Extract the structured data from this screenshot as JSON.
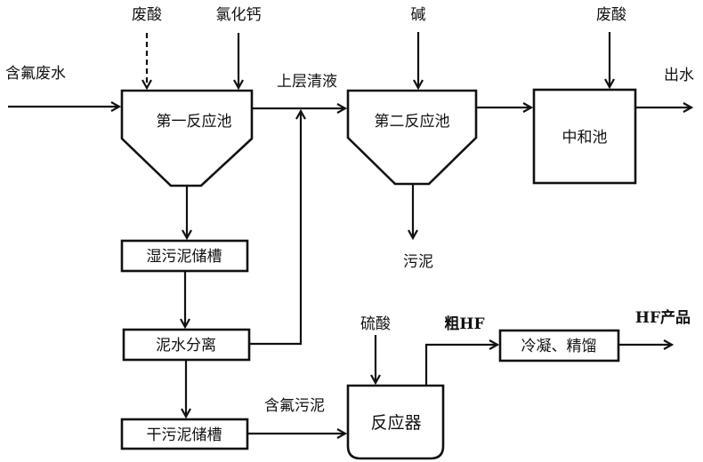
{
  "diagram": {
    "nodes": {
      "reactor1": "第一反应池",
      "reactor2": "第二反应池",
      "neutral": "中和池",
      "wet_storage": "湿污泥储槽",
      "separation": "泥水分离",
      "dry_storage": "干污泥储槽",
      "reactor": "反应器",
      "condense": "冷凝、精馏"
    },
    "labels": {
      "inflow": "含氟废水",
      "waste_acid_1": "废酸",
      "calcium_chloride": "氯化钙",
      "supernatant": "上层清液",
      "alkali": "碱",
      "waste_acid_2": "废酸",
      "outflow": "出水",
      "sludge": "污泥",
      "sulfuric_acid": "硫酸",
      "crude_hf": "粗HF",
      "hf_product": "HF产品",
      "fluoride_sludge": "含氟污泥"
    },
    "edges": [
      {
        "from": "含氟废水",
        "to": "第一反应池"
      },
      {
        "from": "废酸",
        "to": "第一反应池",
        "style": "dashed"
      },
      {
        "from": "氯化钙",
        "to": "第一反应池"
      },
      {
        "from": "第一反应池",
        "to": "第二反应池",
        "label": "上层清液"
      },
      {
        "from": "碱",
        "to": "第二反应池"
      },
      {
        "from": "第二反应池",
        "to": "中和池"
      },
      {
        "from": "废酸",
        "to": "中和池"
      },
      {
        "from": "中和池",
        "to": "出水"
      },
      {
        "from": "第二反应池",
        "to": "污泥"
      },
      {
        "from": "第一反应池",
        "to": "湿污泥储槽"
      },
      {
        "from": "湿污泥储槽",
        "to": "泥水分离"
      },
      {
        "from": "泥水分离",
        "to": "第二反应池"
      },
      {
        "from": "泥水分离",
        "to": "干污泥储槽"
      },
      {
        "from": "干污泥储槽",
        "to": "反应器",
        "label": "含氟污泥"
      },
      {
        "from": "硫酸",
        "to": "反应器"
      },
      {
        "from": "反应器",
        "to": "冷凝、精馏",
        "label": "粗HF"
      },
      {
        "from": "冷凝、精馏",
        "to": "HF产品"
      }
    ]
  }
}
